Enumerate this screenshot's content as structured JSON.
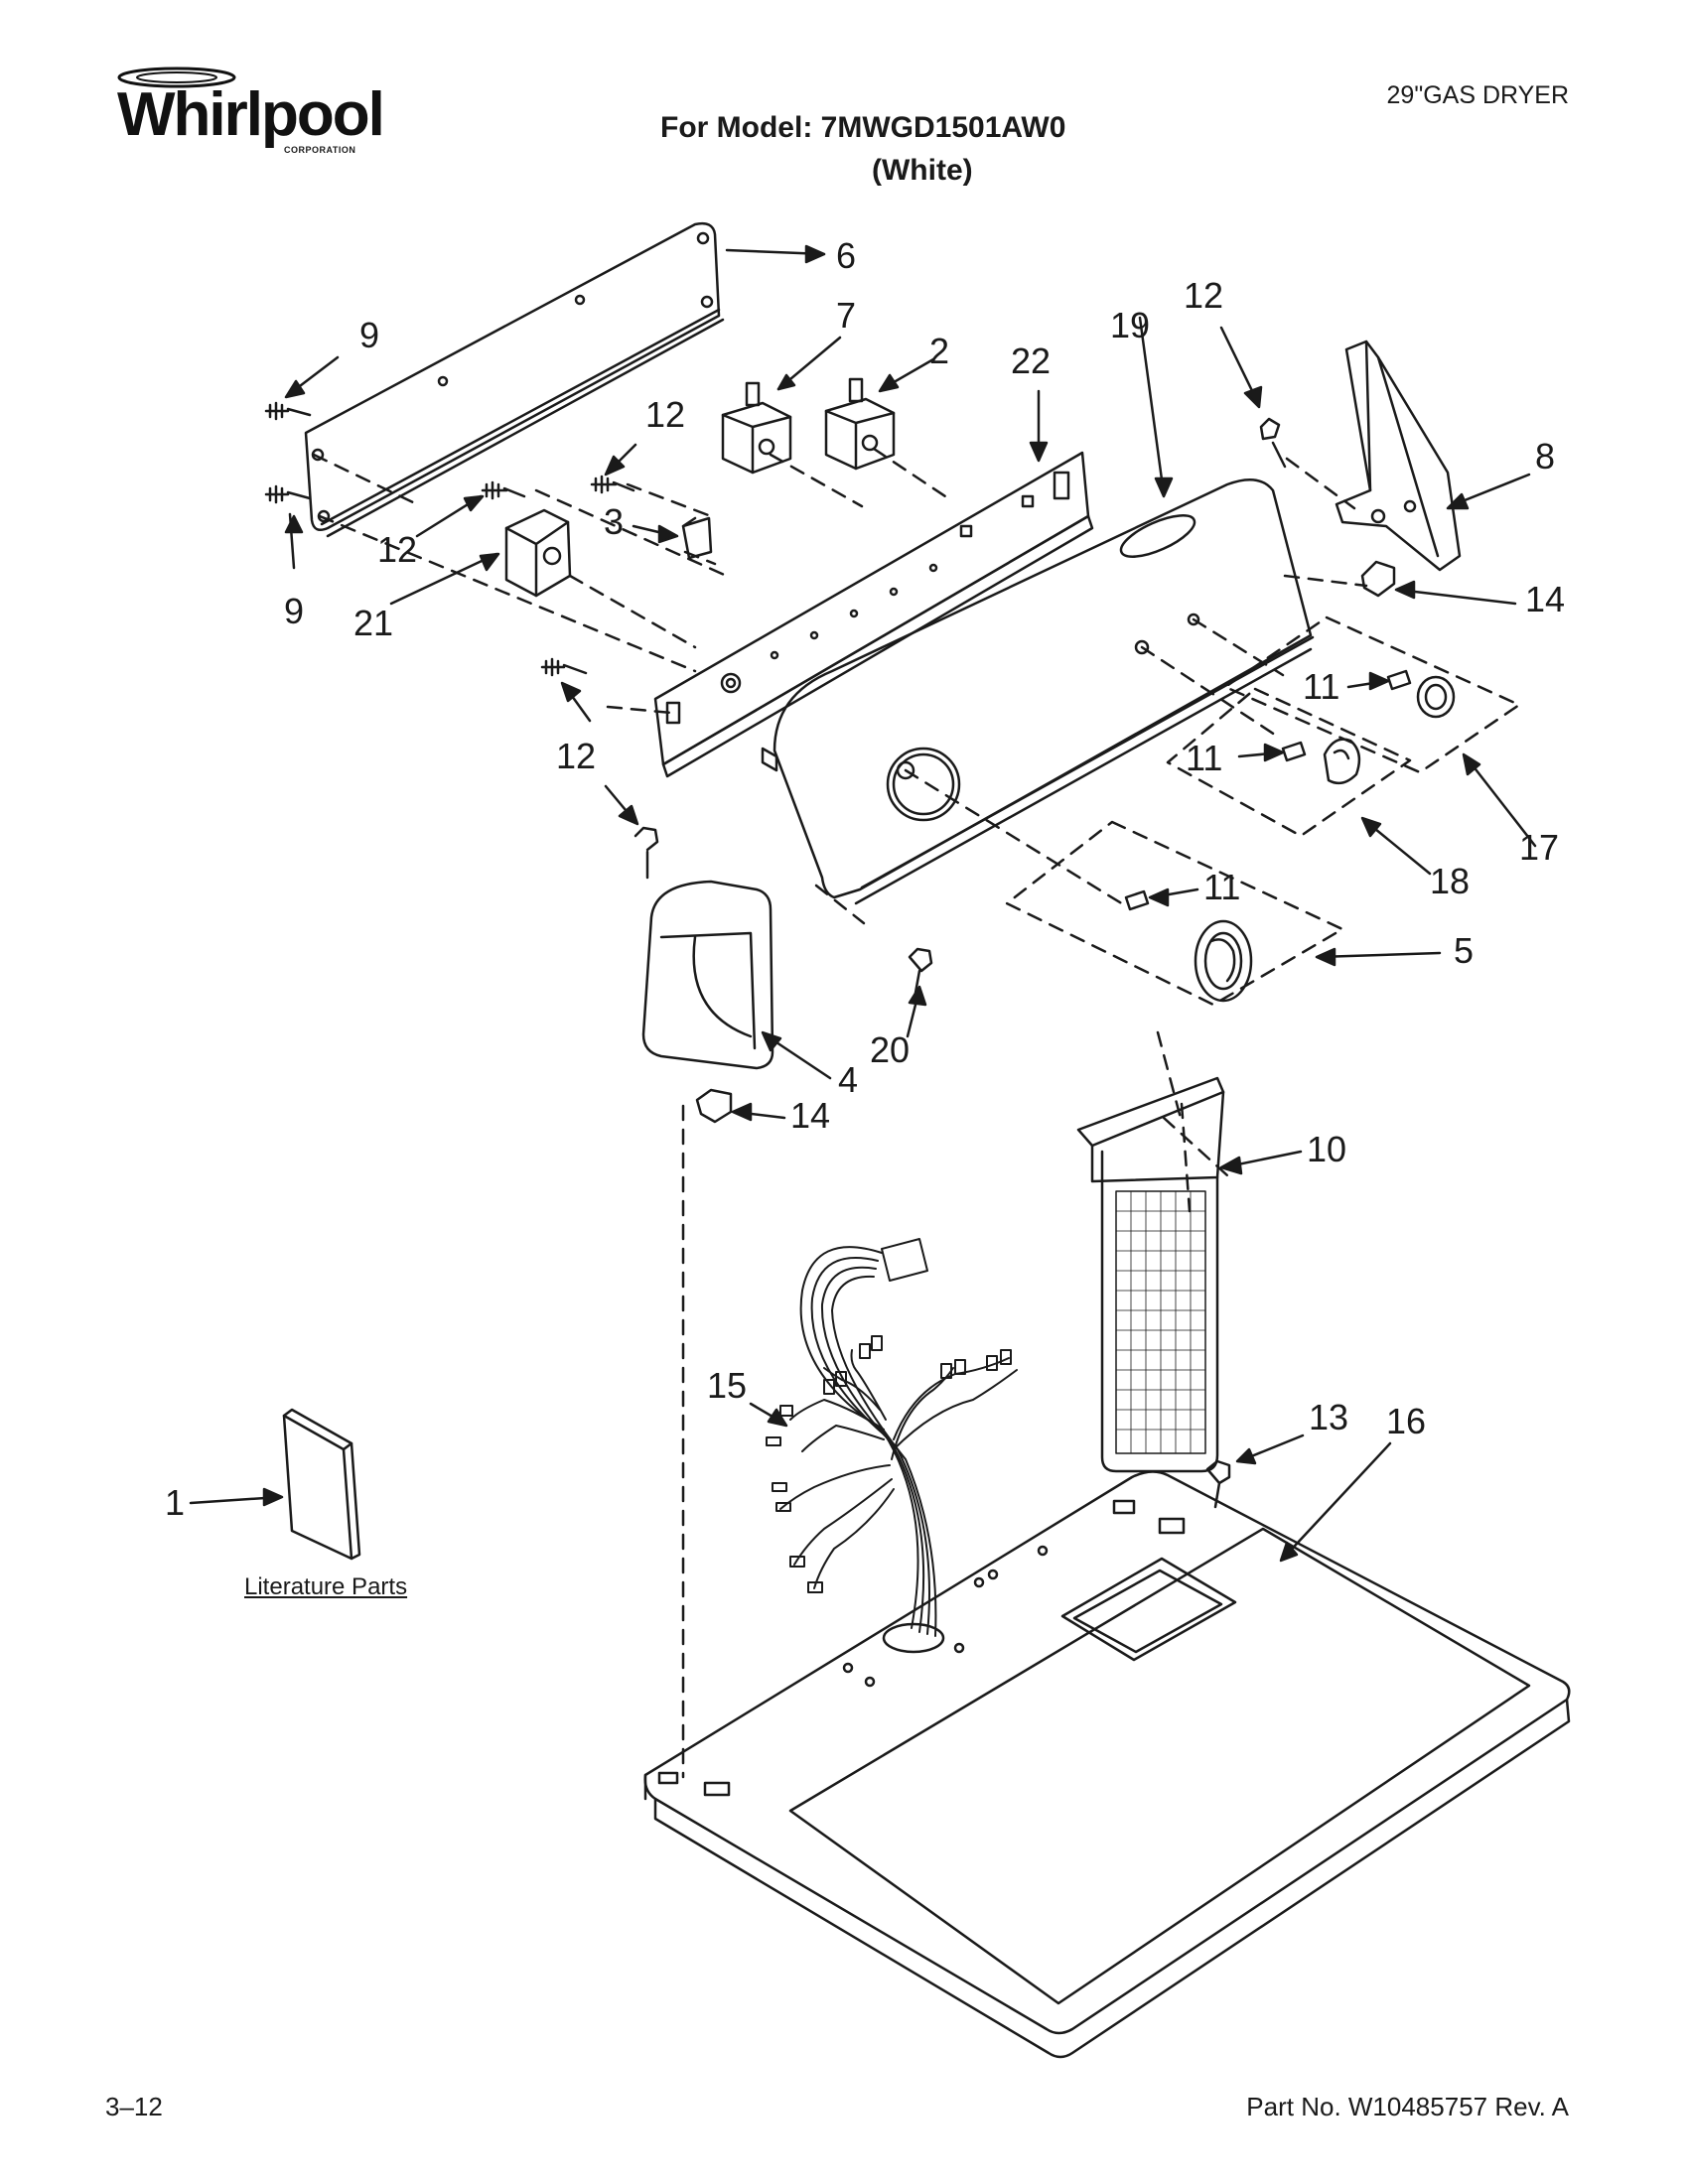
{
  "header": {
    "brand": "Whirlpool",
    "brand_sub": "CORPORATION",
    "product": "29\"GAS DRYER",
    "model_line": "For Model: 7MWGD1501AW0",
    "color_line": "(White)"
  },
  "callouts": [
    {
      "id": "c6",
      "text": "6"
    },
    {
      "id": "c9a",
      "text": "9"
    },
    {
      "id": "c7",
      "text": "7"
    },
    {
      "id": "c2",
      "text": "2"
    },
    {
      "id": "c22",
      "text": "22"
    },
    {
      "id": "c19",
      "text": "19"
    },
    {
      "id": "c12a",
      "text": "12"
    },
    {
      "id": "c12b",
      "text": "12"
    },
    {
      "id": "c8",
      "text": "8"
    },
    {
      "id": "c3",
      "text": "3"
    },
    {
      "id": "c12c",
      "text": "12"
    },
    {
      "id": "c9b",
      "text": "9"
    },
    {
      "id": "c21",
      "text": "21"
    },
    {
      "id": "c14a",
      "text": "14"
    },
    {
      "id": "c11a",
      "text": "11"
    },
    {
      "id": "c12d",
      "text": "12"
    },
    {
      "id": "c11b",
      "text": "11"
    },
    {
      "id": "c17",
      "text": "17"
    },
    {
      "id": "c18",
      "text": "18"
    },
    {
      "id": "c11c",
      "text": "11"
    },
    {
      "id": "c5",
      "text": "5"
    },
    {
      "id": "c20",
      "text": "20"
    },
    {
      "id": "c4",
      "text": "4"
    },
    {
      "id": "c14b",
      "text": "14"
    },
    {
      "id": "c10",
      "text": "10"
    },
    {
      "id": "c15",
      "text": "15"
    },
    {
      "id": "c13",
      "text": "13"
    },
    {
      "id": "c16",
      "text": "16"
    },
    {
      "id": "c1",
      "text": "1"
    }
  ],
  "literature_label": "Literature Parts",
  "footer": {
    "page_code": "3–12",
    "part_number": "Part No. W10485757 Rev. A"
  },
  "colors": {
    "line": "#1a1a1a",
    "fill_dark": "#2b2b2b",
    "fill_light": "#d9d9d9"
  }
}
